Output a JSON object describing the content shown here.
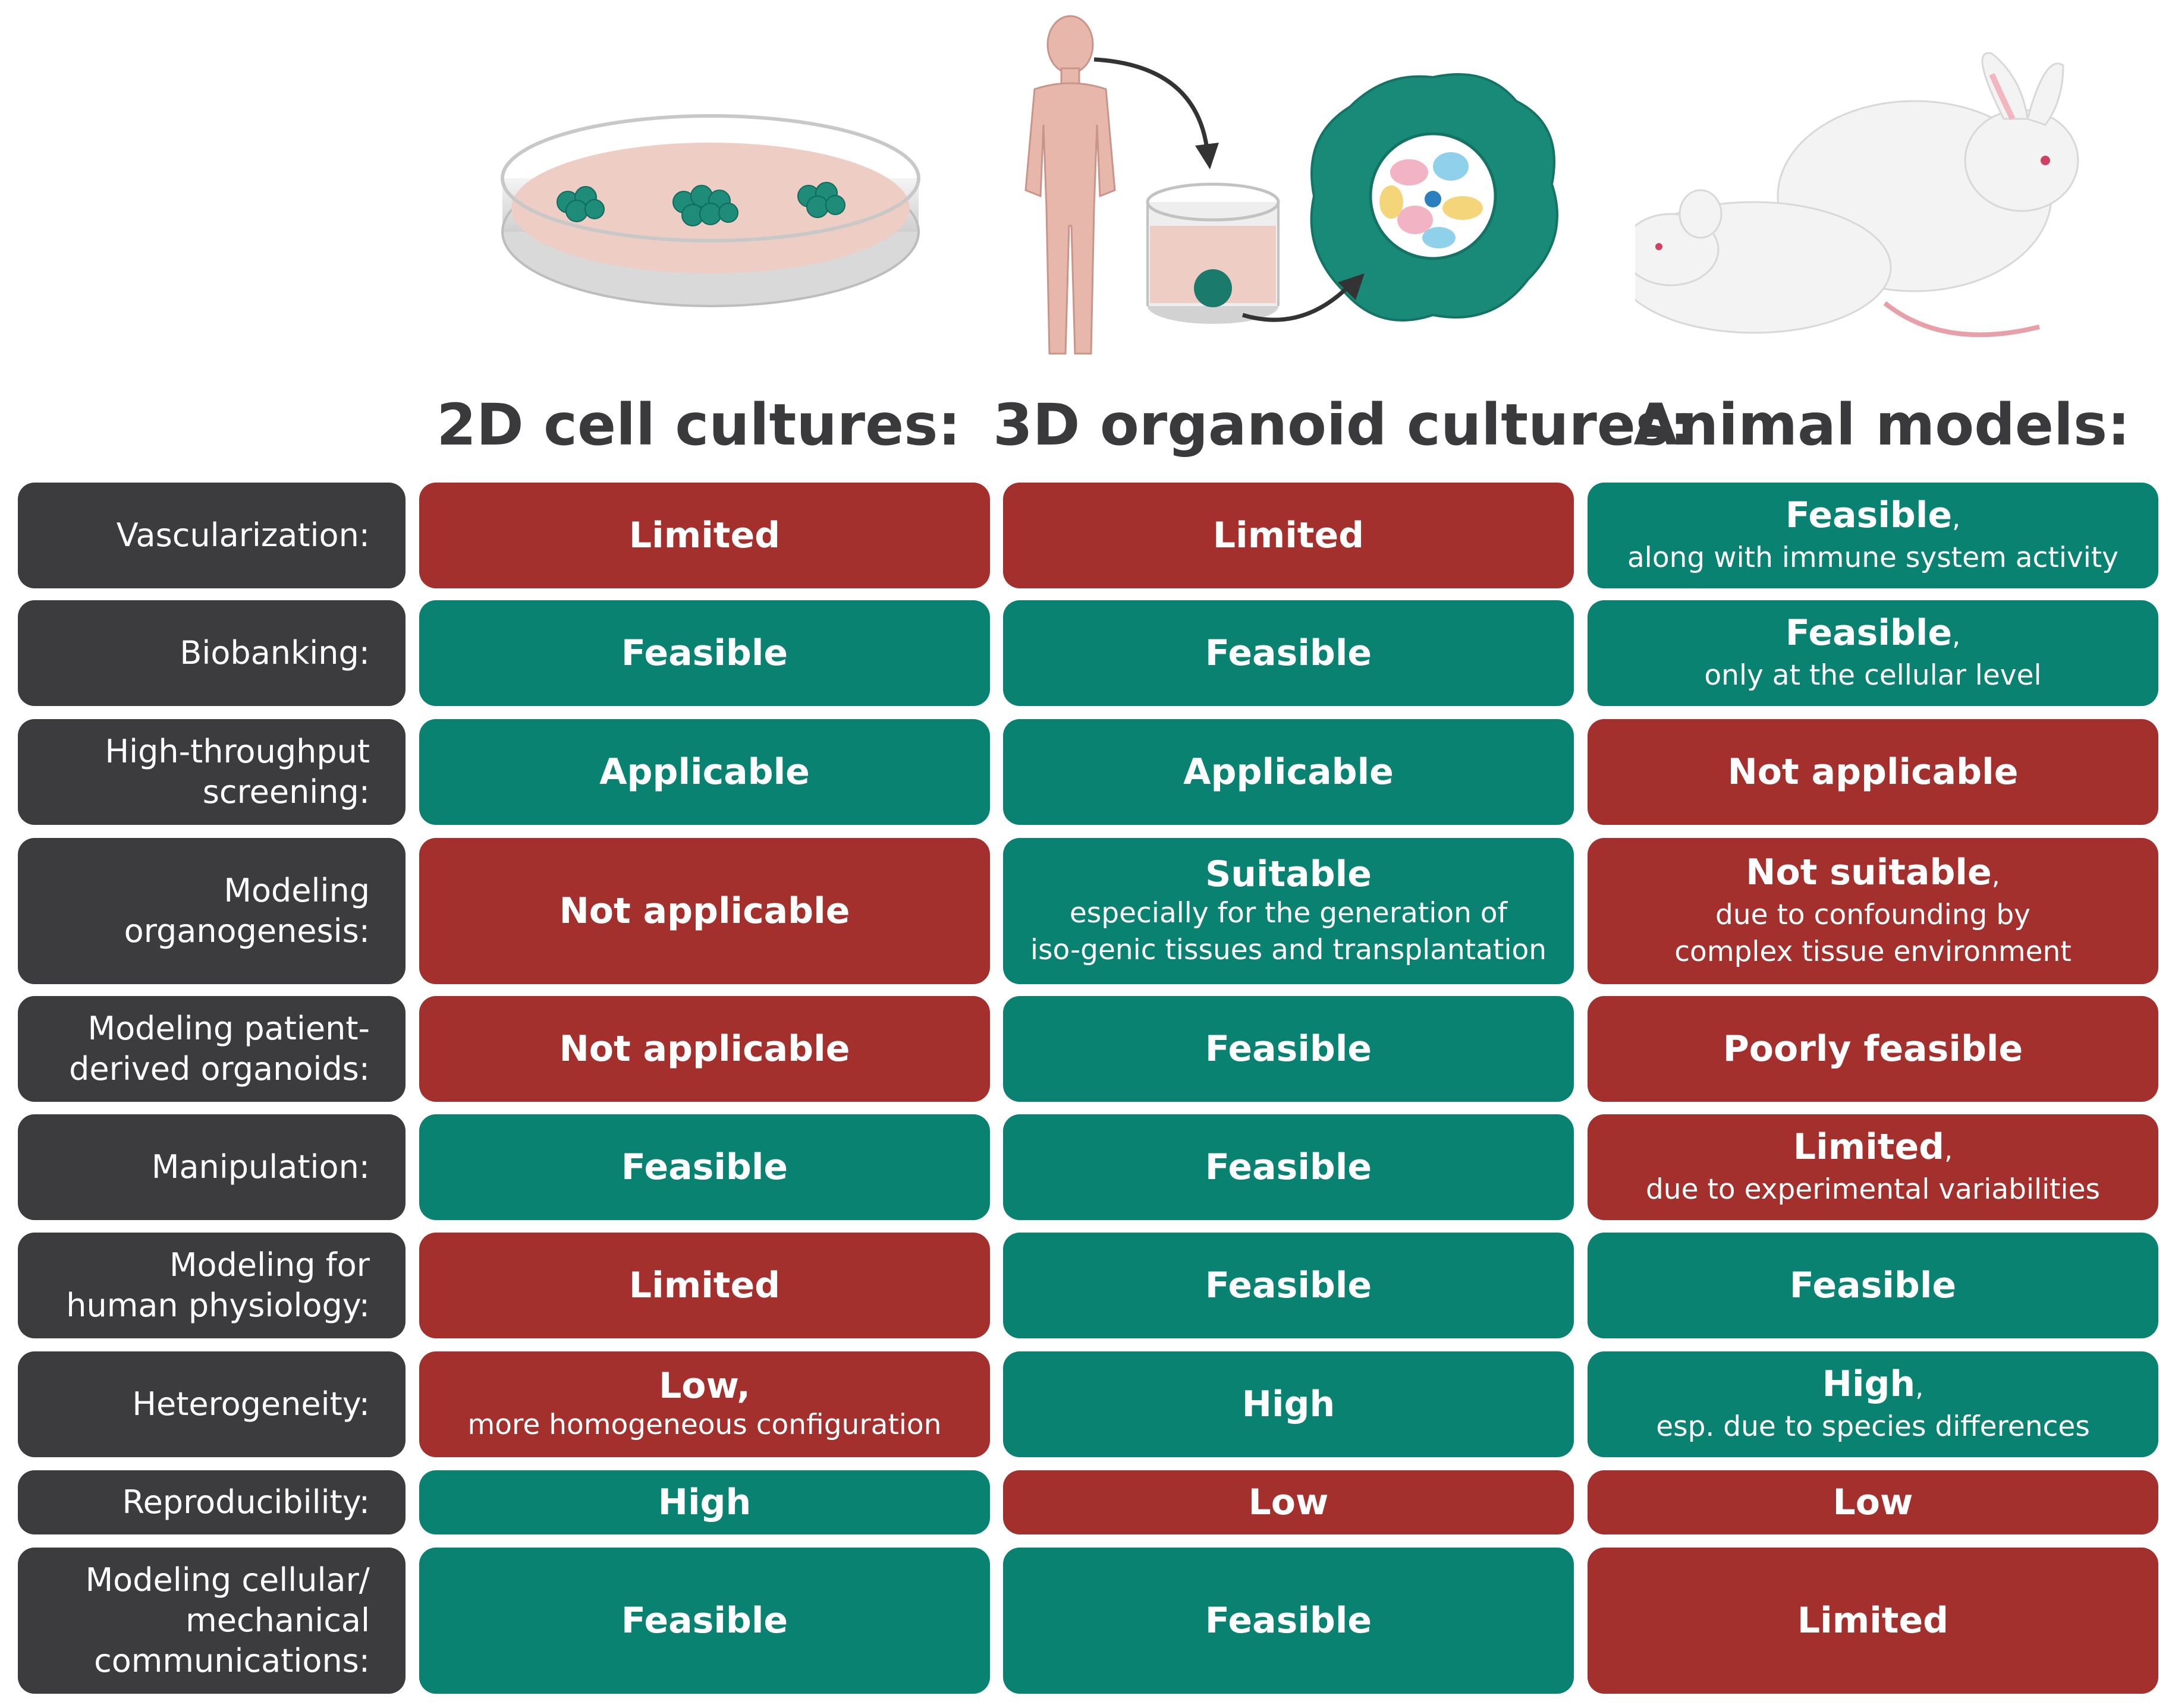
{
  "columns": [
    {
      "title": "2D cell cultures:"
    },
    {
      "title": "3D organoid cultures:"
    },
    {
      "title": "Animal models:"
    }
  ],
  "illustrations": {
    "col1": "petri-dish-icon",
    "col2a": "human-body-icon",
    "col2b": "organoid-well-icon",
    "col2c": "organoid-blob-icon",
    "col3": "rabbit-and-rat-icon"
  },
  "colors": {
    "positive": "#0a8272",
    "negative": "#a3302d",
    "label": "#3c3c3e",
    "heading": "#3a3a3c"
  },
  "rows": [
    {
      "label": "Vascularization:",
      "cells": [
        {
          "main": "Limited",
          "sub": "",
          "status": "red"
        },
        {
          "main": "Limited",
          "sub": "",
          "status": "red"
        },
        {
          "main": "Feasible",
          "comma": ",",
          "sub": "along with immune system activity",
          "status": "green"
        }
      ]
    },
    {
      "label": "Biobanking:",
      "cells": [
        {
          "main": "Feasible",
          "sub": "",
          "status": "green"
        },
        {
          "main": "Feasible",
          "sub": "",
          "status": "green"
        },
        {
          "main": "Feasible",
          "comma": ",",
          "sub": "only at the cellular level",
          "status": "green"
        }
      ]
    },
    {
      "label": "High-throughput\nscreening:",
      "cells": [
        {
          "main": "Applicable",
          "sub": "",
          "status": "green"
        },
        {
          "main": "Applicable",
          "sub": "",
          "status": "green"
        },
        {
          "main": "Not applicable",
          "sub": "",
          "status": "red"
        }
      ]
    },
    {
      "label": "Modeling\norganogenesis:",
      "cells": [
        {
          "main": "Not applicable",
          "sub": "",
          "status": "red"
        },
        {
          "main": "Suitable",
          "sub": "especially for the generation of\niso-genic tissues and transplantation",
          "status": "green"
        },
        {
          "main": "Not suitable",
          "comma": ",",
          "sub": "due to confounding by\ncomplex tissue environment",
          "status": "red"
        }
      ]
    },
    {
      "label": "Modeling patient-\nderived organoids:",
      "cells": [
        {
          "main": "Not applicable",
          "sub": "",
          "status": "red"
        },
        {
          "main": "Feasible",
          "sub": "",
          "status": "green"
        },
        {
          "main": "Poorly feasible",
          "sub": "",
          "status": "red"
        }
      ]
    },
    {
      "label": "Manipulation:",
      "cells": [
        {
          "main": "Feasible",
          "sub": "",
          "status": "green"
        },
        {
          "main": "Feasible",
          "sub": "",
          "status": "green"
        },
        {
          "main": "Limited",
          "comma": ",",
          "sub": "due to experimental variabilities",
          "status": "red"
        }
      ]
    },
    {
      "label": "Modeling for\nhuman physiology:",
      "cells": [
        {
          "main": "Limited",
          "sub": "",
          "status": "red"
        },
        {
          "main": "Feasible",
          "sub": "",
          "status": "green"
        },
        {
          "main": "Feasible",
          "sub": "",
          "status": "green"
        }
      ]
    },
    {
      "label": "Heterogeneity:",
      "cells": [
        {
          "main": "Low,",
          "sub": "more homogeneous configuration",
          "status": "red"
        },
        {
          "main": "High",
          "sub": "",
          "status": "green"
        },
        {
          "main": "High",
          "comma": ",",
          "sub": "esp. due to species differences",
          "status": "green"
        }
      ]
    },
    {
      "label": "Reproducibility:",
      "cells": [
        {
          "main": "High",
          "sub": "",
          "status": "green"
        },
        {
          "main": "Low",
          "sub": "",
          "status": "red"
        },
        {
          "main": "Low",
          "sub": "",
          "status": "red"
        }
      ]
    },
    {
      "label": "Modeling cellular/\nmechanical\ncommunications:",
      "cells": [
        {
          "main": "Feasible",
          "sub": "",
          "status": "green"
        },
        {
          "main": "Feasible",
          "sub": "",
          "status": "green"
        },
        {
          "main": "Limited",
          "sub": "",
          "status": "red"
        }
      ]
    }
  ]
}
